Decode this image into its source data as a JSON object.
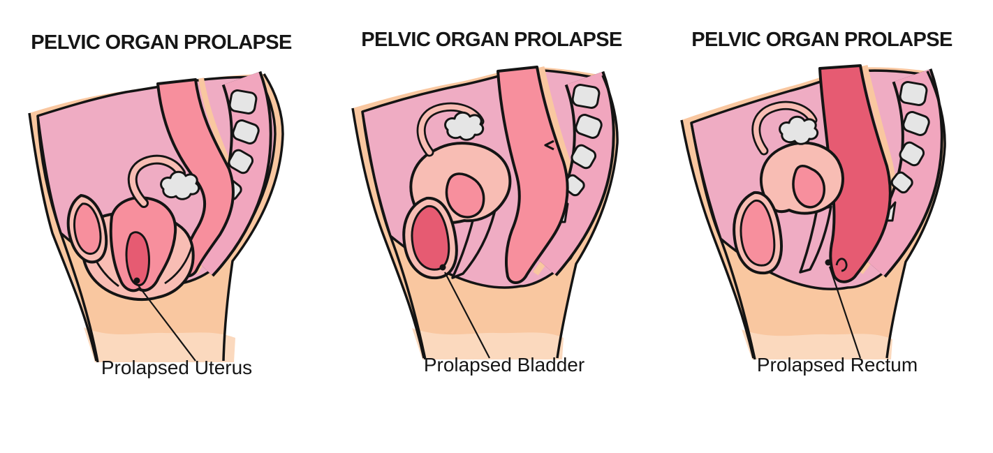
{
  "colors": {
    "background": "#FFFFFF",
    "text": "#161616",
    "outline": "#141414",
    "skin": "#F9C7A0",
    "skin_light": "#FBD9BE",
    "cavity": "#EFACC3",
    "band": "#F1A6BE",
    "organ_salmon": "#F78F9D",
    "organ_pale": "#F8BDB4",
    "organ_dark": "#E65B72",
    "bone": "#E5E5E5"
  },
  "panels": [
    {
      "title": "PELVIC ORGAN PROLAPSE",
      "caption": "Prolapsed Uterus"
    },
    {
      "title": "PELVIC ORGAN PROLAPSE",
      "caption": "Prolapsed Bladder"
    },
    {
      "title": "PELVIC ORGAN PROLAPSE",
      "caption": "Prolapsed Rectum"
    }
  ]
}
